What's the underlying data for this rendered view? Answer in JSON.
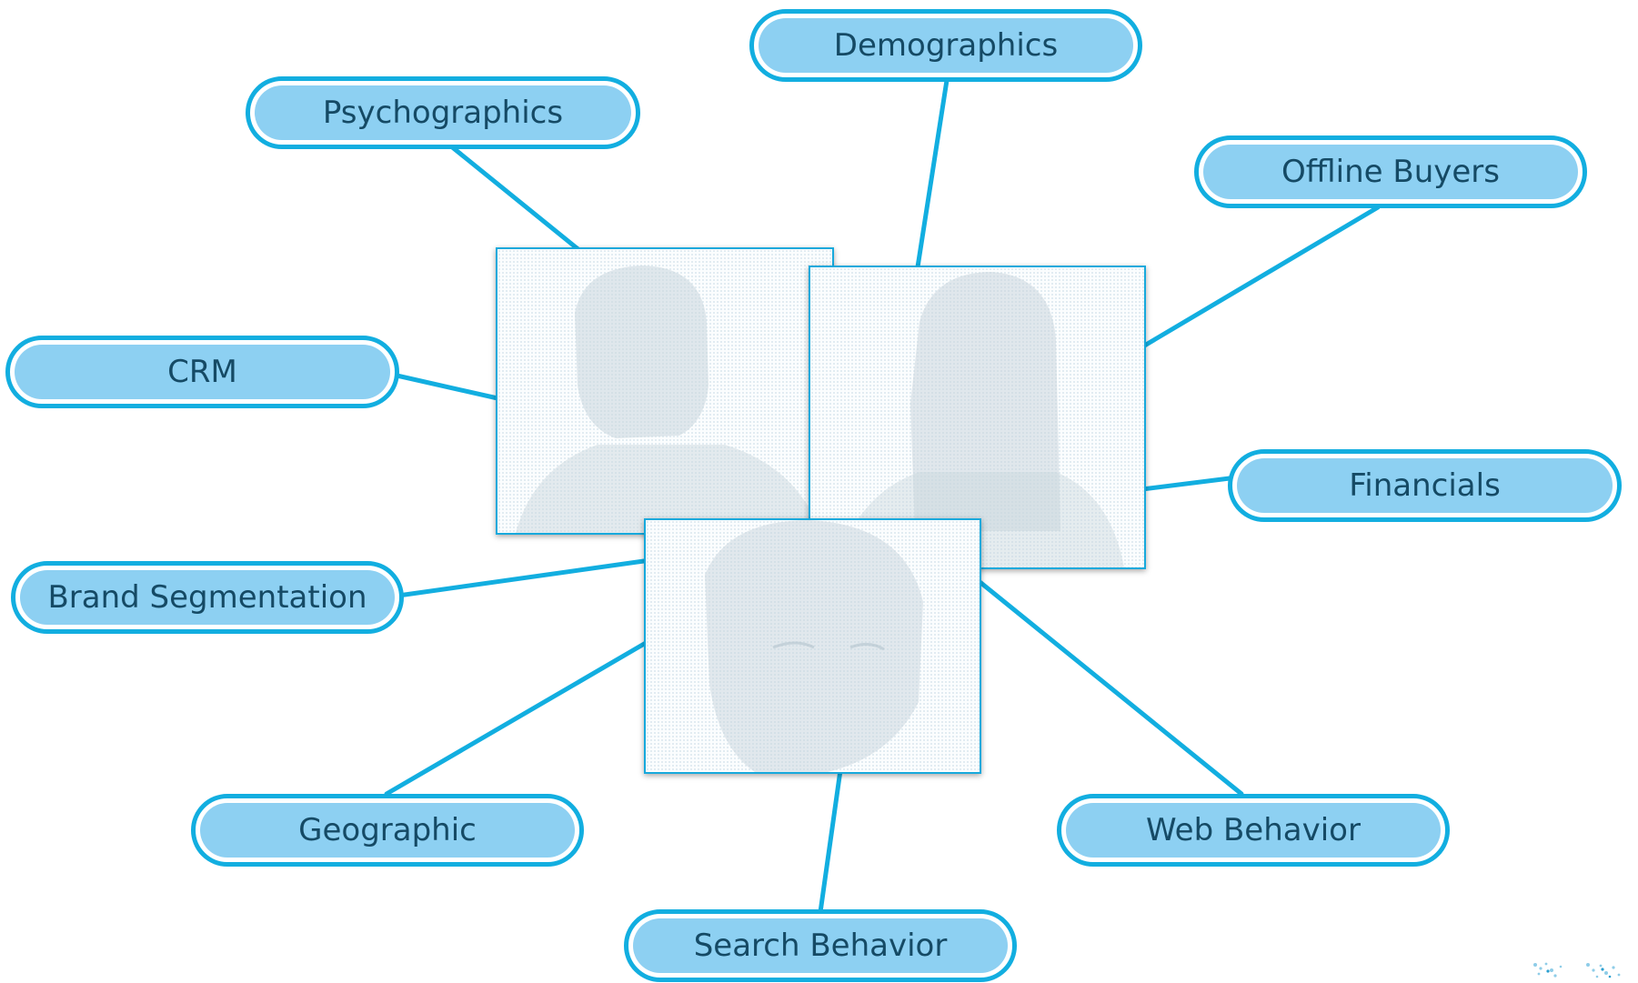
{
  "diagram": {
    "nodes": [
      {
        "id": "demographics",
        "label": "Demographics"
      },
      {
        "id": "psychographics",
        "label": "Psychographics"
      },
      {
        "id": "offline-buyers",
        "label": "Offline Buyers"
      },
      {
        "id": "crm",
        "label": "CRM"
      },
      {
        "id": "financials",
        "label": "Financials"
      },
      {
        "id": "brand-segmentation",
        "label": "Brand Segmentation"
      },
      {
        "id": "geographic",
        "label": "Geographic"
      },
      {
        "id": "web-behavior",
        "label": "Web Behavior"
      },
      {
        "id": "search-behavior",
        "label": "Search Behavior"
      }
    ],
    "photos": [
      {
        "id": "man",
        "subject": "man-portrait"
      },
      {
        "id": "woman",
        "subject": "woman-long-hair-portrait"
      },
      {
        "id": "girl",
        "subject": "woman-face-closeup-portrait"
      }
    ],
    "colors": {
      "connector": "#12aee0",
      "pill_fill": "#8dd0f2",
      "pill_border": "#12aee0",
      "pill_text": "#154a65"
    }
  }
}
